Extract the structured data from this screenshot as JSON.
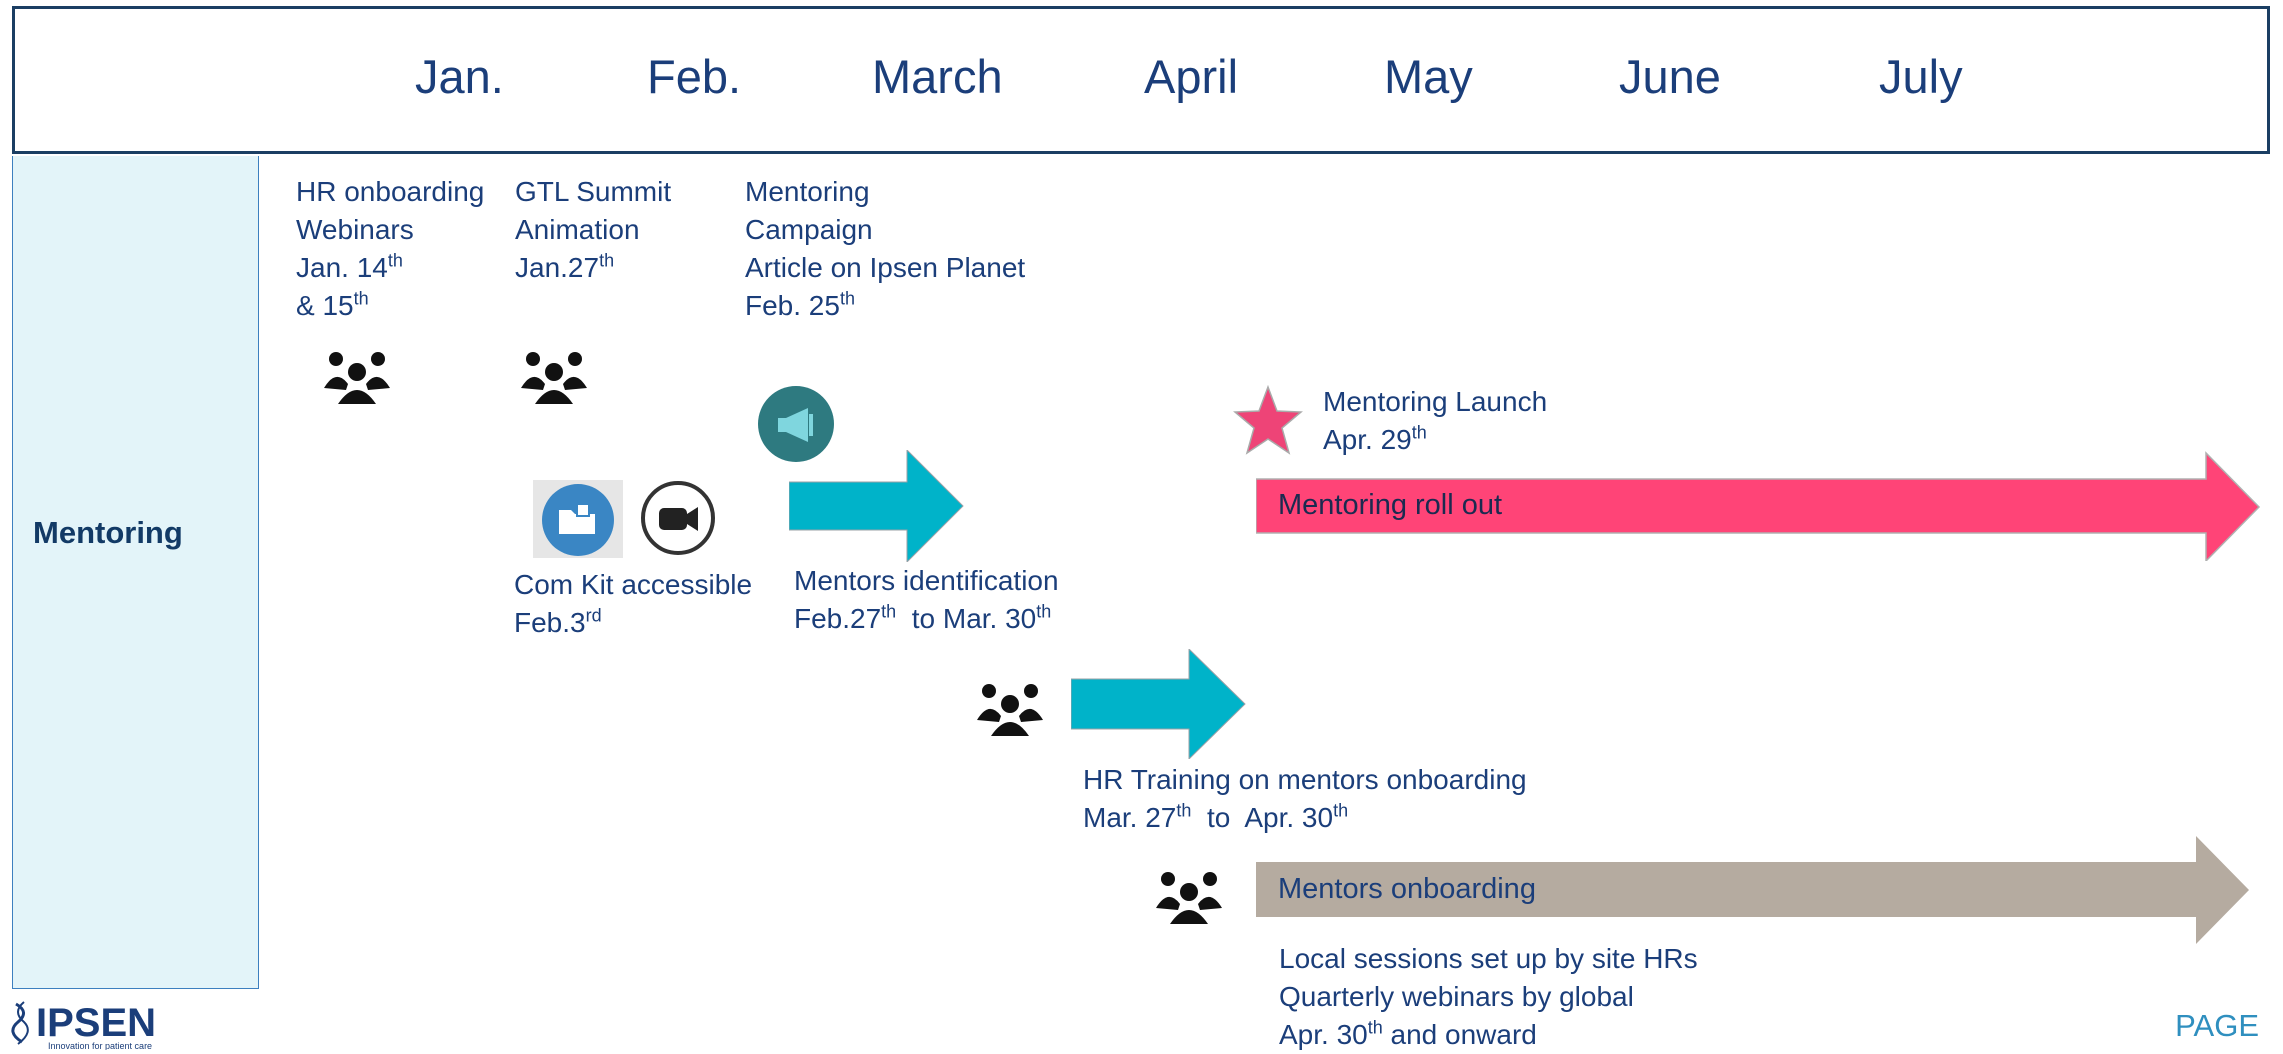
{
  "header": {
    "months": [
      {
        "key": "jan",
        "label": "Jan."
      },
      {
        "key": "feb",
        "label": "Feb."
      },
      {
        "key": "mar",
        "label": "March"
      },
      {
        "key": "apr",
        "label": "April"
      },
      {
        "key": "may",
        "label": "May"
      },
      {
        "key": "jun",
        "label": "June"
      },
      {
        "key": "jul",
        "label": "July"
      }
    ]
  },
  "row": {
    "label": "Mentoring"
  },
  "events": {
    "hr_onboarding": {
      "l1": "HR onboarding",
      "l2": "Webinars",
      "l3": "Jan. 14",
      "l3_sup": "th",
      "l4": "& 15",
      "l4_sup": "th"
    },
    "gtl_summit": {
      "l1": "GTL Summit",
      "l2": "Animation",
      "l3": "Jan.27",
      "l3_sup": "th"
    },
    "campaign": {
      "l1": "Mentoring",
      "l2": "Campaign",
      "l3": "Article on Ipsen Planet",
      "l4": "Feb. 25",
      "l4_sup": "th"
    },
    "com_kit": {
      "l1": "Com Kit accessible",
      "l2": "Feb.3",
      "l2_sup": "rd"
    },
    "launch": {
      "l1": "Mentoring Launch",
      "l2": "Apr. 29",
      "l2_sup": "th"
    },
    "mentors_identification": {
      "l1": "Mentors identification",
      "l2a": "Feb.27",
      "l2a_sup": "th",
      "l2b": "  to Mar. 30",
      "l2b_sup": "th"
    },
    "hr_training": {
      "l1": "HR Training on mentors onboarding",
      "l2a": "Mar. 27",
      "l2a_sup": "th",
      "l2b": "  to  Apr. 30",
      "l2b_sup": "th"
    },
    "local_sessions": {
      "l1": "Local sessions set up by site HRs",
      "l2": "Quarterly webinars by global",
      "l3a": "Apr. 30",
      "l3a_sup": "th",
      "l3b": " and onward"
    }
  },
  "bars": {
    "rollout": {
      "label": "Mentoring roll out",
      "color": "#ff4477"
    },
    "onboarding": {
      "label": "Mentors onboarding",
      "color": "#b5aba0"
    }
  },
  "colors": {
    "teal_arrow": "#00b3c9",
    "megaphone": "#2e7a80",
    "star": "#ee4477",
    "header_border": "#1b3e63",
    "row_fill": "#e3f4f9"
  },
  "icons": [
    "people-group-icon",
    "megaphone-icon",
    "folder-icon",
    "video-camera-icon",
    "star-icon",
    "ipsen-logo"
  ],
  "footer": {
    "page": "PAGE",
    "logo_text": "IPSEN",
    "logo_tagline": "Innovation for patient care"
  }
}
